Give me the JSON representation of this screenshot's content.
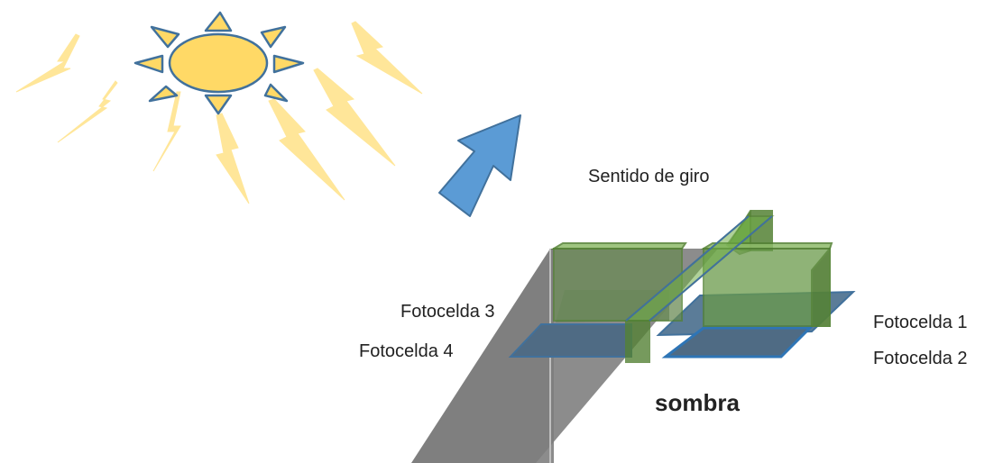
{
  "labels": {
    "direction": "Sentido de giro",
    "cell1": "Fotocelda 1",
    "cell2": "Fotocelda 2",
    "cell3": "Fotocelda 3",
    "cell4": "Fotocelda 4",
    "shadow": "sombra"
  },
  "colors": {
    "sun": "#ffd966",
    "sun_outline": "#41719c",
    "rays": "#ffe699",
    "arrow": "#5b9bd5",
    "panel": "#4f6b84",
    "divider": "#548235",
    "shadow": "#7f7f7f"
  }
}
